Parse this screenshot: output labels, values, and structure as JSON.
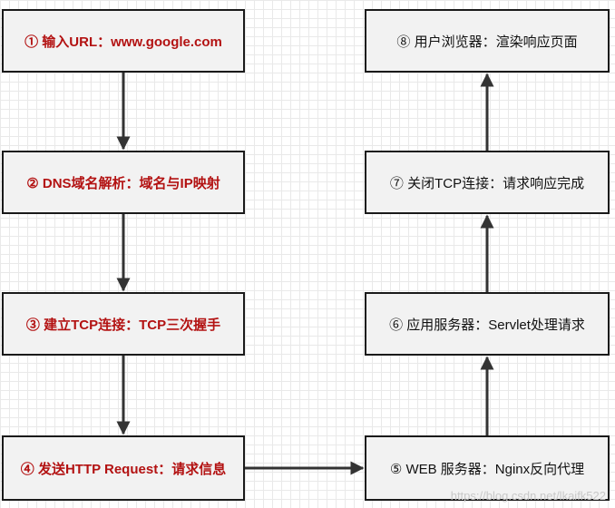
{
  "diagram": {
    "steps": [
      {
        "id": 1,
        "label": "① 输入URL：www.google.com"
      },
      {
        "id": 2,
        "label": "② DNS域名解析：域名与IP映射"
      },
      {
        "id": 3,
        "label": "③ 建立TCP连接：TCP三次握手"
      },
      {
        "id": 4,
        "label": "④ 发送HTTP Request：请求信息"
      },
      {
        "id": 5,
        "label": "⑤ WEB 服务器：Nginx反向代理"
      },
      {
        "id": 6,
        "label": "⑥ 应用服务器：Servlet处理请求"
      },
      {
        "id": 7,
        "label": "⑦ 关闭TCP连接：请求响应完成"
      },
      {
        "id": 8,
        "label": "⑧ 用户浏览器：渲染响应页面"
      }
    ],
    "edges": [
      [
        1,
        2
      ],
      [
        2,
        3
      ],
      [
        3,
        4
      ],
      [
        4,
        5
      ],
      [
        5,
        6
      ],
      [
        6,
        7
      ],
      [
        7,
        8
      ]
    ]
  },
  "colors": {
    "left_text": "#b31212",
    "right_text": "#111111",
    "box_fill": "#f2f2f2",
    "box_border": "#1a1a1a",
    "arrow": "#333333"
  },
  "watermark": "https://blog.csdn.net/lkaifk522"
}
